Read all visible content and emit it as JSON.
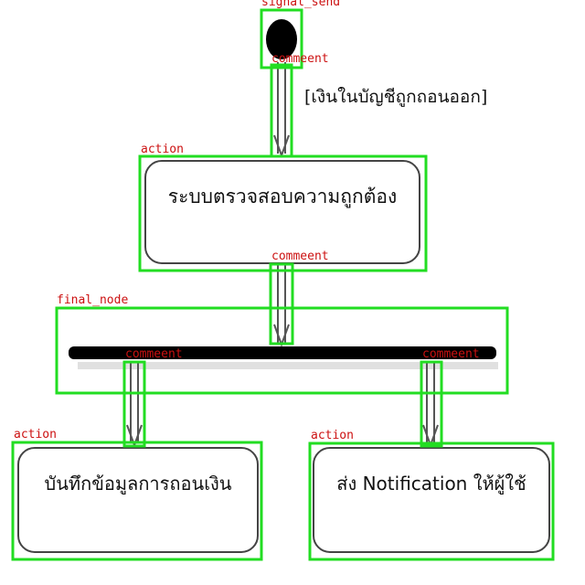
{
  "diagram": {
    "nodes": {
      "start": {
        "kind": "initial-node"
      },
      "verify": {
        "kind": "action",
        "text": "ระบบตรวจสอบความถูกต้อง"
      },
      "fork": {
        "kind": "fork-bar"
      },
      "record": {
        "kind": "action",
        "text": "บันทึกข้อมูลการถอนเงิน"
      },
      "notify": {
        "kind": "action",
        "text": "ส่ง Notification ให้ผู้ใช้"
      }
    },
    "guard": "[เงินในบัญชีถูกถอนออก]",
    "edges": [
      {
        "from": "start",
        "to": "verify"
      },
      {
        "from": "verify",
        "to": "fork"
      },
      {
        "from": "fork",
        "to": "record"
      },
      {
        "from": "fork",
        "to": "notify"
      }
    ]
  },
  "annotations": {
    "color_box": "#22dd22",
    "color_label": "#cc1111",
    "labels": {
      "signal_send": "signal_send",
      "action": "action",
      "final_node": "final_node",
      "comment": "commeent"
    }
  }
}
